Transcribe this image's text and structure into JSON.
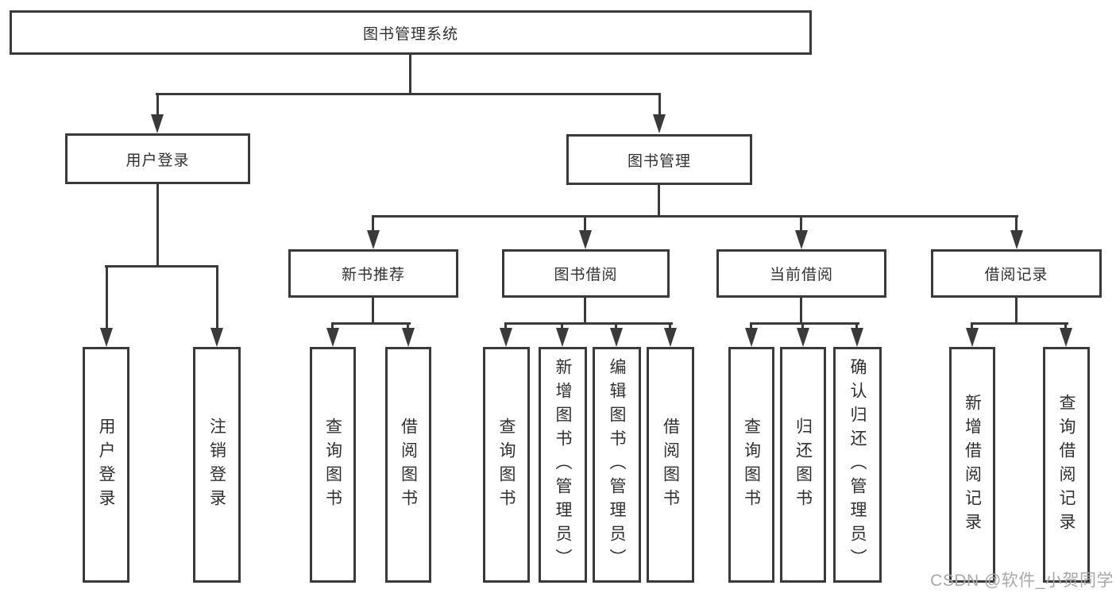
{
  "diagram_title": "图书管理系统",
  "tree": {
    "root": {
      "label": "图书管理系统"
    },
    "branches": [
      {
        "label": "用户登录",
        "children": [
          {
            "label": "用户登录"
          },
          {
            "label": "注销登录"
          }
        ]
      },
      {
        "label": "图书管理",
        "children": [
          {
            "label": "新书推荐",
            "children": [
              {
                "label": "查询图书"
              },
              {
                "label": "借阅图书"
              }
            ]
          },
          {
            "label": "图书借阅",
            "children": [
              {
                "label": "查询图书"
              },
              {
                "label": "新增图书（管理员）"
              },
              {
                "label": "编辑图书（管理员）"
              },
              {
                "label": "借阅图书"
              }
            ]
          },
          {
            "label": "当前借阅",
            "children": [
              {
                "label": "查询图书"
              },
              {
                "label": "归还图书"
              },
              {
                "label": "确认归还（管理员）"
              }
            ]
          },
          {
            "label": "借阅记录",
            "children": [
              {
                "label": "新增借阅记录"
              },
              {
                "label": "查询借阅记录"
              }
            ]
          }
        ]
      }
    ]
  },
  "watermark": "CSDN @软件_小贺同学",
  "colors": {
    "line": "#3a3a3a",
    "text": "#303030",
    "watermark": "#a8a8a8",
    "background": "#ffffff"
  }
}
